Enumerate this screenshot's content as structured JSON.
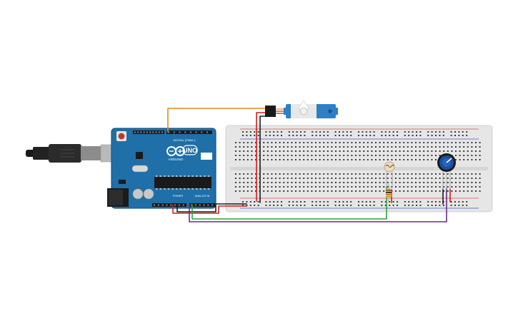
{
  "arduino": {
    "brand_text": "ARDUINO",
    "model_text": "UNO",
    "digital_label": "DIGITAL (PWM~)",
    "power_label": "POWER",
    "analog_label": "ANALOG IN"
  },
  "colors": {
    "board_blue": "#1f6fa8",
    "board_dark": "#17588a",
    "breadboard": "#e6e6e6",
    "breadboard_hole": "#3a3a3a",
    "wire_orange": "#e38a1c",
    "wire_red": "#d11b1b",
    "wire_black": "#1c1c1c",
    "wire_green": "#2ea33a",
    "wire_purple": "#6b2a8c",
    "servo_blue": "#2e7fc4",
    "pot_blue": "#1a4fa0"
  },
  "components": {
    "usb_cable": "usb-cable-icon",
    "servo": "servo-motor-icon",
    "photoresistor": "photoresistor-icon",
    "resistor": "resistor-icon",
    "potentiometer": "potentiometer-icon"
  }
}
